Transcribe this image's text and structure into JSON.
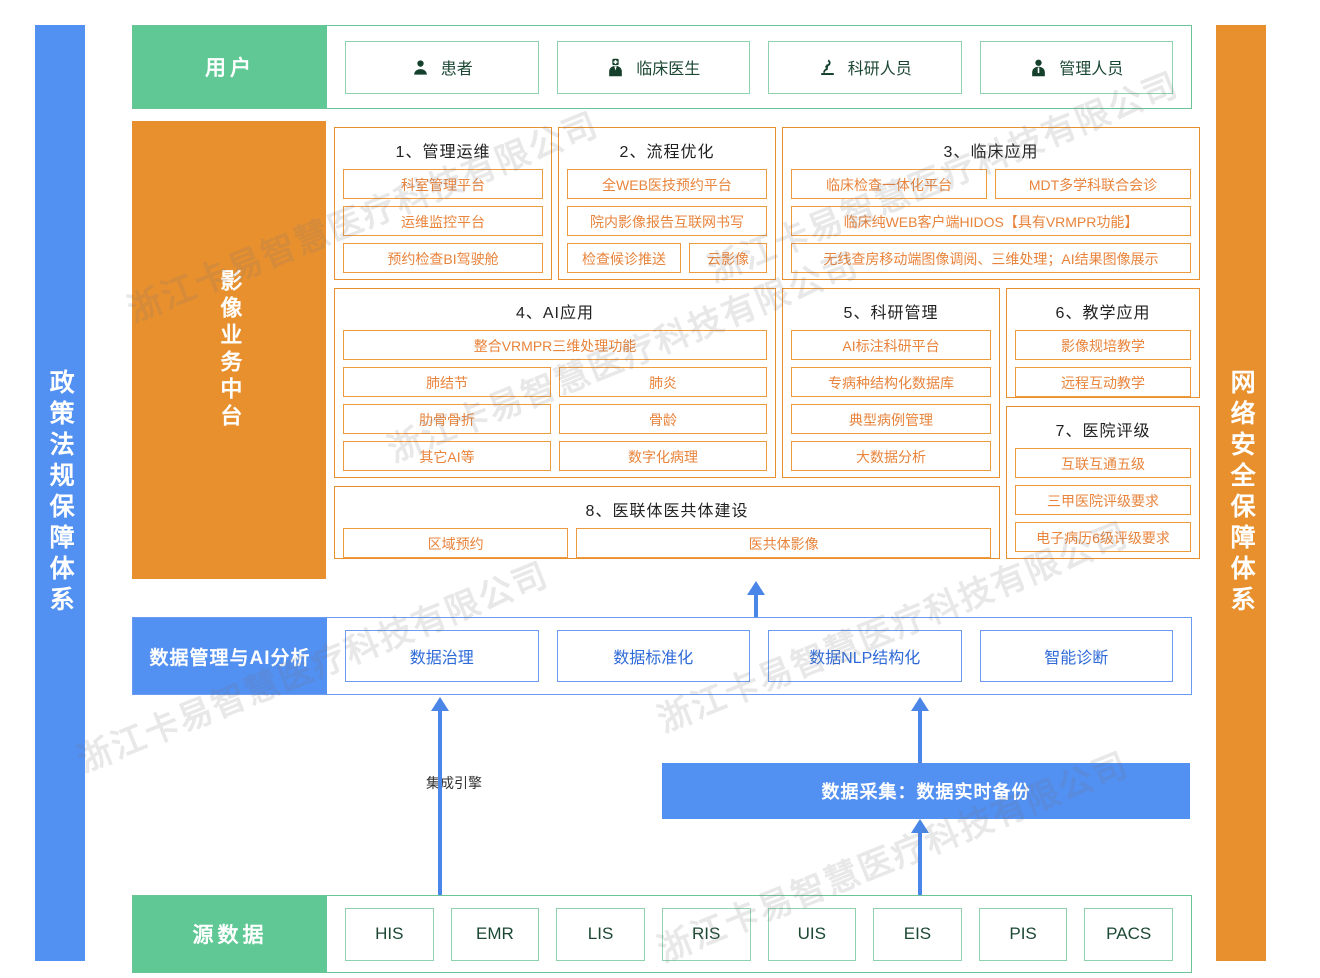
{
  "pillars": {
    "left": {
      "text": "政策法规保障体系",
      "color": "#5290F2"
    },
    "right": {
      "text": "网络安全保障体系",
      "color": "#E8902E"
    }
  },
  "users_band": {
    "label": "用户",
    "color": "#5FC894",
    "items": [
      {
        "label": "患者",
        "icon": "person-icon"
      },
      {
        "label": "临床医生",
        "icon": "doctor-icon"
      },
      {
        "label": "科研人员",
        "icon": "microscope-icon"
      },
      {
        "label": "管理人员",
        "icon": "manager-icon"
      }
    ]
  },
  "middle_band": {
    "label": "影像业务中台",
    "color": "#E8902E",
    "groups": [
      {
        "title": "1、管理运维",
        "rows": [
          [
            "科室管理平台"
          ],
          [
            "运维监控平台"
          ],
          [
            "预约检查BI驾驶舱"
          ]
        ]
      },
      {
        "title": "2、流程优化",
        "rows": [
          [
            "全WEB医技预约平台"
          ],
          [
            "院内影像报告互联网书写"
          ],
          [
            "检查候诊推送",
            "云影像"
          ]
        ]
      },
      {
        "title": "3、临床应用",
        "rows": [
          [
            "临床检查一体化平台",
            "MDT多学科联合会诊"
          ],
          [
            "临床纯WEB客户端HIDOS【具有VRMPR功能】"
          ],
          [
            "无线查房移动端图像调阅、三维处理；AI结果图像展示"
          ]
        ]
      },
      {
        "title": "4、AI应用",
        "rows": [
          [
            "整合VRMPR三维处理功能"
          ],
          [
            "肺结节",
            "肺炎"
          ],
          [
            "肋骨骨折",
            "骨龄"
          ],
          [
            "其它AI等",
            "数字化病理"
          ]
        ]
      },
      {
        "title": "5、科研管理",
        "rows": [
          [
            "AI标注科研平台"
          ],
          [
            "专病种结构化数据库"
          ],
          [
            "典型病例管理"
          ],
          [
            "大数据分析"
          ]
        ]
      },
      {
        "title": "6、教学应用",
        "rows": [
          [
            "影像规培教学"
          ],
          [
            "远程互动教学"
          ]
        ]
      },
      {
        "title": "7、医院评级",
        "rows": [
          [
            "互联互通五级"
          ],
          [
            "三甲医院评级要求"
          ],
          [
            "电子病历6级评级要求"
          ]
        ]
      },
      {
        "title": "8、医联体医共体建设",
        "rows": [
          [
            "区域预约",
            "医共体影像"
          ]
        ]
      }
    ]
  },
  "data_band": {
    "label": "数据管理与AI分析",
    "color": "#5290F2",
    "items": [
      "数据治理",
      "数据标准化",
      "数据NLP结构化",
      "智能诊断"
    ]
  },
  "connector_band": {
    "engine_label": "集成引擎",
    "collect_label": "数据采集：数据实时备份",
    "collect_color": "#5290F2"
  },
  "source_band": {
    "label": "源数据",
    "color": "#5FC894",
    "items": [
      "HIS",
      "EMR",
      "LIS",
      "RIS",
      "UIS",
      "EIS",
      "PIS",
      "PACS"
    ]
  },
  "watermark": {
    "text": "浙江卡易智慧医疗科技有限公司"
  }
}
